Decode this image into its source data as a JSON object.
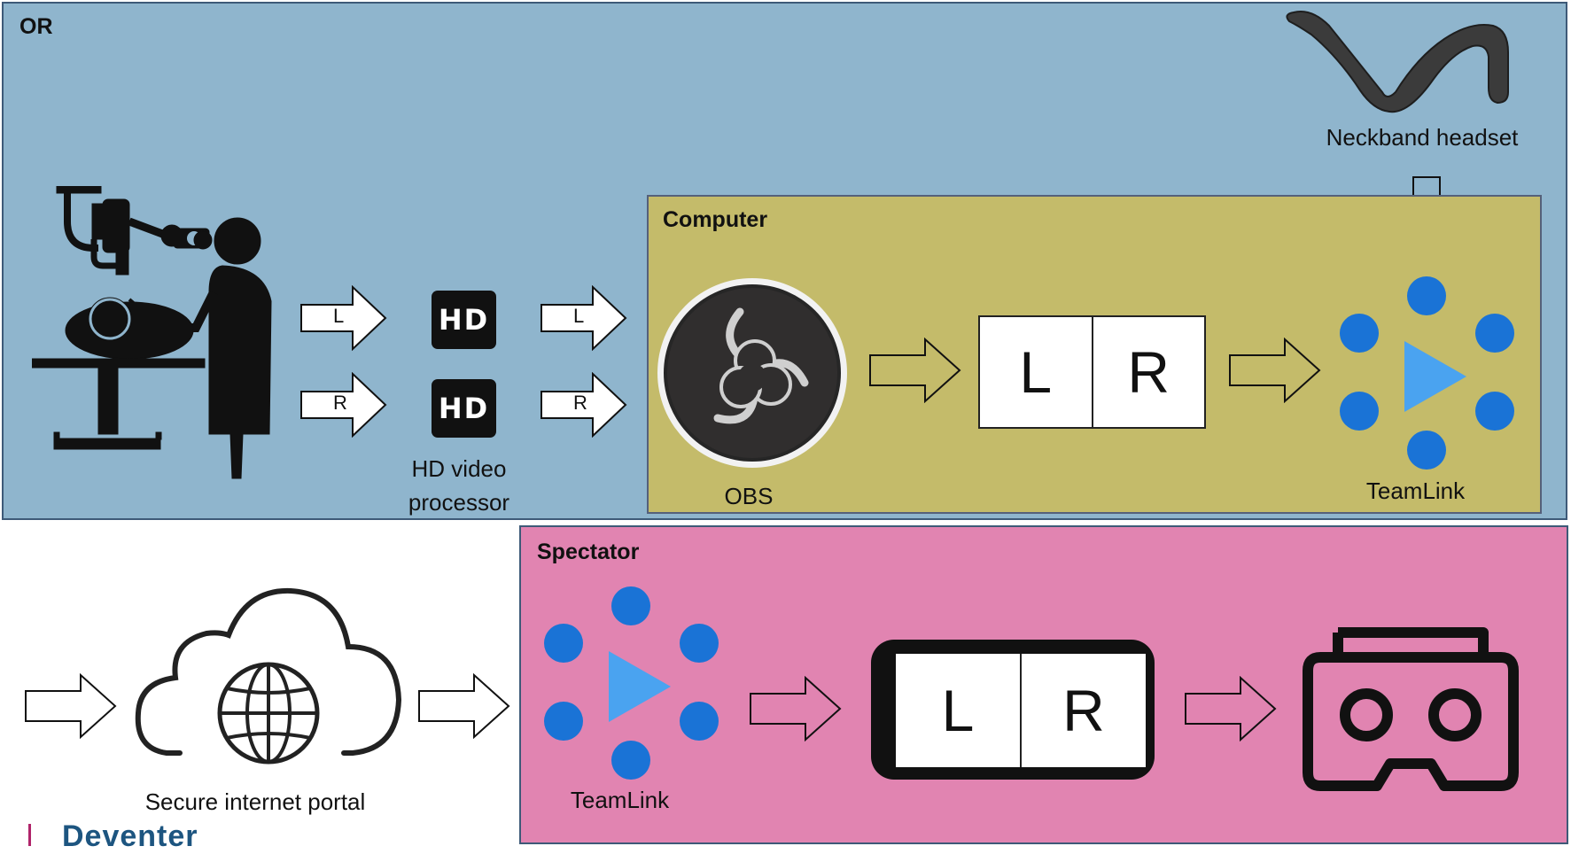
{
  "regions": {
    "or": "OR",
    "computer": "Computer",
    "spectator": "Spectator"
  },
  "arrows": {
    "left_label": "L",
    "right_label": "R"
  },
  "hd_processor": {
    "icon_text": "HD",
    "caption_line1": "HD video",
    "caption_line2": "processor"
  },
  "obs": {
    "caption": "OBS"
  },
  "stereo_frame": {
    "left": "L",
    "right": "R"
  },
  "teamlink": {
    "caption": "TeamLink"
  },
  "neckband": {
    "caption": "Neckband headset"
  },
  "portal": {
    "caption": "Secure internet portal"
  },
  "logo": {
    "text": "Deventer"
  },
  "icons": [
    "surgeon-microscope-icon",
    "hd-icon",
    "obs-logo-icon",
    "teamlink-icon",
    "neckband-headset-icon",
    "cloud-globe-icon",
    "smartphone-icon",
    "vr-headset-icon"
  ],
  "colors": {
    "or_bg": "#8fb5cd",
    "computer_bg": "#c4bb6a",
    "spectator_bg": "#e184b1",
    "teamlink_dot": "#1a73d6",
    "teamlink_play": "#4aa3f0"
  }
}
